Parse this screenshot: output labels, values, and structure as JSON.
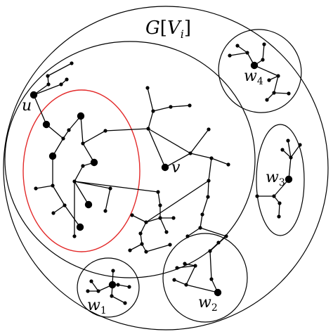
{
  "labels": {
    "title_prefix": "G",
    "title_bracket_open": "[",
    "title_var": "V",
    "title_sub": "i",
    "title_bracket_close": "]",
    "u": "u",
    "v": "v",
    "w1": {
      "base": "w",
      "sub": "1"
    },
    "w2": {
      "base": "w",
      "sub": "2"
    },
    "w3": {
      "base": "w",
      "sub": "3"
    },
    "w4": {
      "base": "w",
      "sub": "4"
    }
  },
  "colors": {
    "stroke": "#000000",
    "highlight": "#e32b2b",
    "background": "#ffffff"
  }
}
